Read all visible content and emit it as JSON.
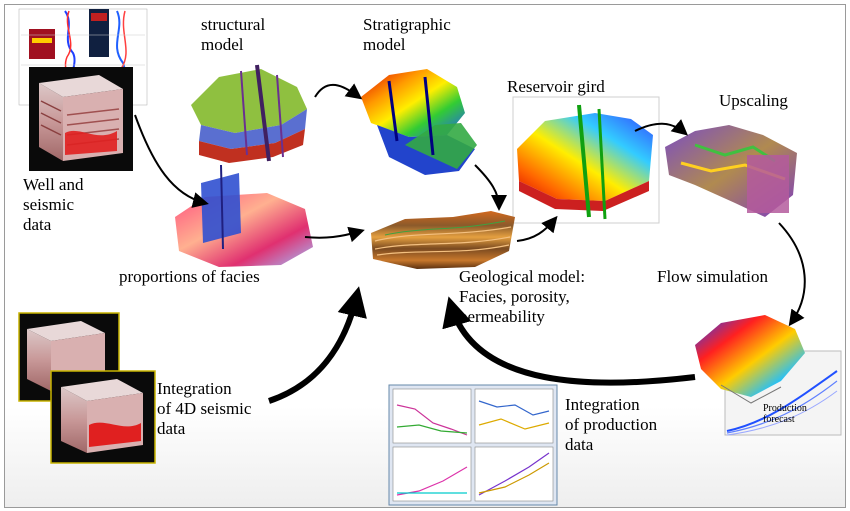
{
  "labels": {
    "structural_model": "structural\nmodel",
    "stratigraphic_model": "Stratigraphic\nmodel",
    "reservoir_grid": "Reservoir gird",
    "upscaling": "Upscaling",
    "well_seismic": "Well and\nseismic\ndata",
    "proportions_facies": "proportions of facies",
    "geological_model": "Geological model:\nFacies, porosity,\npermeability",
    "flow_simulation": "Flow simulation",
    "integration_4d": "Integration\nof 4D seismic\ndata",
    "integration_production": "Integration\nof production\ndata",
    "production_forecast": "Production\nforecast"
  },
  "colors": {
    "arrow": "#000000",
    "cube_dark": "#111111",
    "thumb_border": "#c8b400"
  }
}
